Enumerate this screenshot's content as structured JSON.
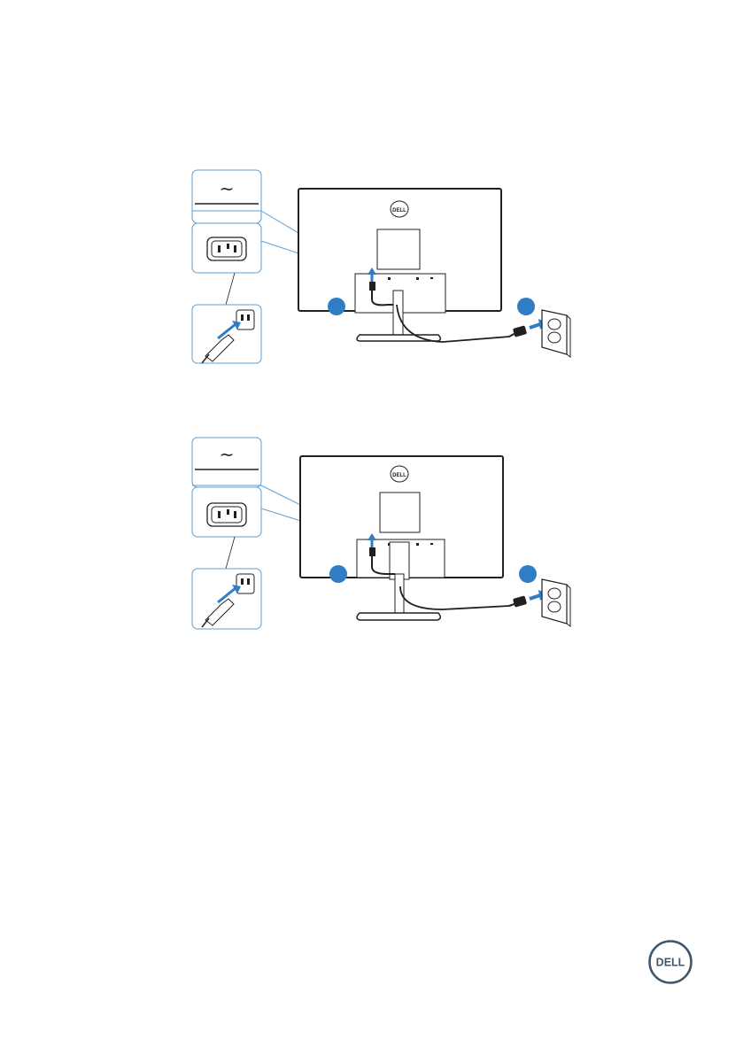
{
  "document": {
    "figures": [
      {
        "id": "power-connection-1",
        "callout_symbol": "~",
        "logo_text": "DELL",
        "step_markers": [
          "",
          ""
        ]
      },
      {
        "id": "power-connection-2",
        "callout_symbol": "~",
        "logo_text": "DELL",
        "step_markers": [
          "",
          ""
        ]
      }
    ],
    "footer": {
      "brand_logo_text": "DELL",
      "brand_color": "#41566b"
    },
    "colors": {
      "step_marker": "#2f7dc4",
      "arrow": "#2f7dc4",
      "line_art": "#231f20",
      "callout_border": "#5c9fd6"
    }
  }
}
